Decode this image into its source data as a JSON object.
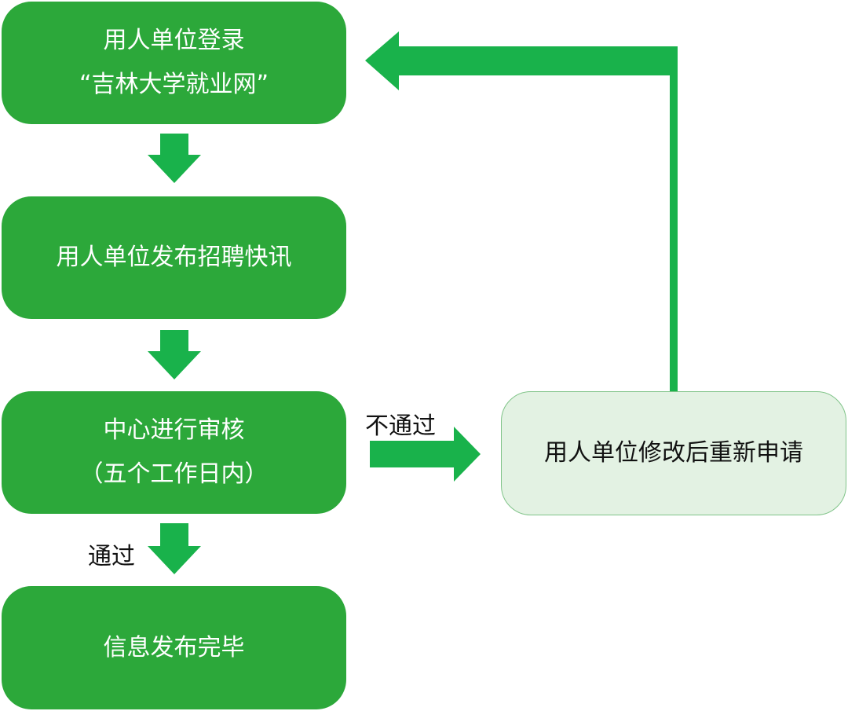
{
  "colors": {
    "box_fill": "#2ca83a",
    "box_text": "#ffffff",
    "arrow": "#19b24b",
    "retry_fill": "#e3f2e3",
    "retry_border": "#80c489"
  },
  "steps": [
    {
      "line1": "用人单位登录",
      "line2": "“吉林大学就业网”"
    },
    {
      "line1": "用人单位发布招聘快讯"
    },
    {
      "line1": "中心进行审核",
      "line2": "（五个工作日内）"
    },
    {
      "line1": "信息发布完毕"
    }
  ],
  "retry_box": {
    "label": "用人单位修改后重新申请"
  },
  "edge_labels": {
    "reject": "不通过",
    "approve": "通过"
  }
}
